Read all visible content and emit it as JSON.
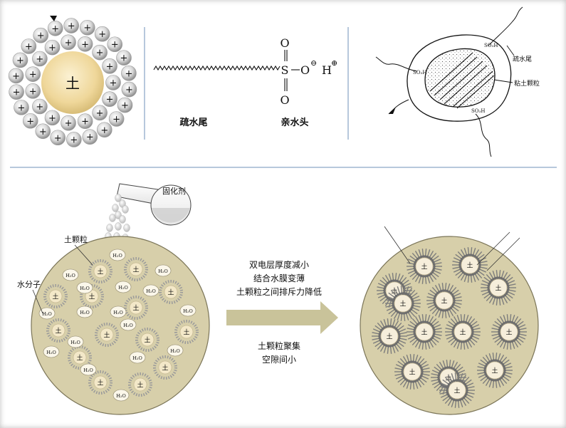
{
  "top": {
    "panel_a": {
      "soil_label": "土",
      "ion_sign": "+"
    },
    "panel_b": {
      "sulfur": "S",
      "oxygen": "O",
      "anion": "O",
      "anion_charge": "⊖",
      "cation": "H",
      "cation_charge": "⊕",
      "tail_label": "疏水尾",
      "head_label": "亲水头"
    },
    "panel_c": {
      "tail_label": "疏水尾",
      "particle_label": "粘土颗粒",
      "group": "SO₃H"
    }
  },
  "bottom": {
    "agent_label": "固化剂",
    "soil_particle_label": "土颗粒",
    "water_label": "水分子",
    "soil_char": "土",
    "water_formula": "H₂O",
    "arrow_text_top": [
      "双电层厚度减小",
      "结合水膜变薄",
      "土颗粒之间排斥力降低"
    ],
    "arrow_text_bottom": [
      "土颗粒聚集",
      "空隙间小"
    ]
  },
  "colors": {
    "soil": "#efd79a",
    "matrix": "#d7cfaa",
    "ion": "#bcbcbc",
    "arrow": "#c9c39a",
    "divider": "#b7c8dc"
  }
}
